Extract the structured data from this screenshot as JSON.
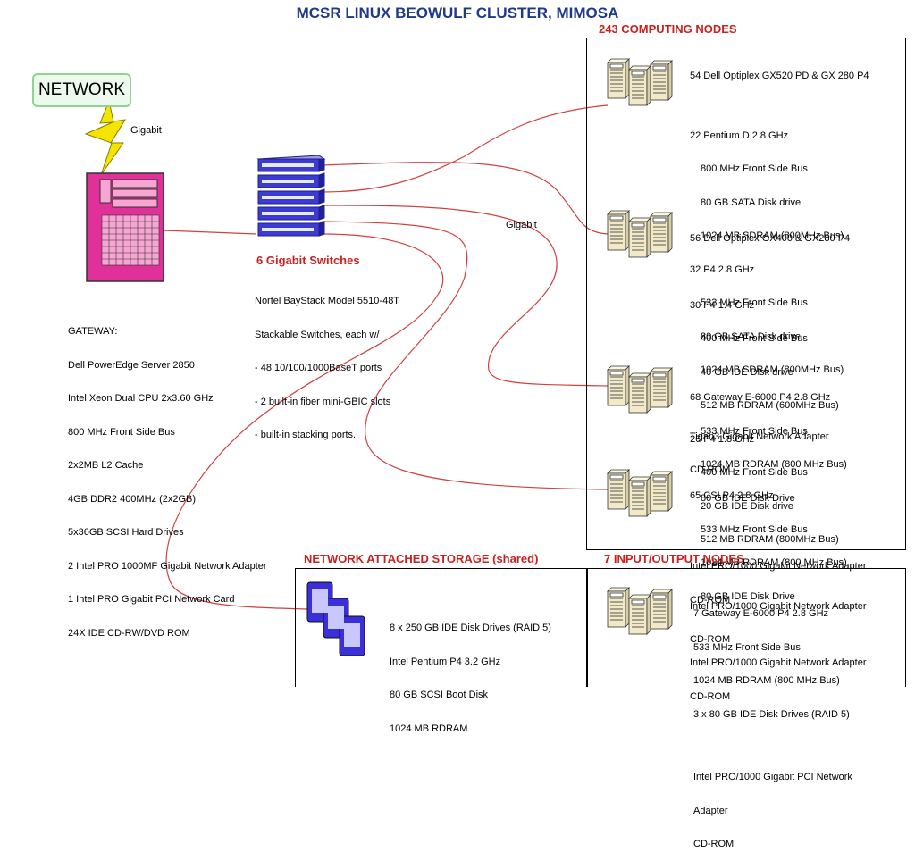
{
  "title": "MCSR LINUX BEOWULF CLUSTER, MIMOSA",
  "network": {
    "label": "NETWORK",
    "link_label": "Gigabit"
  },
  "gateway": {
    "lines": [
      "GATEWAY:",
      "Dell PowerEdge Server 2850",
      "Intel Xeon Dual CPU 2x3.60 GHz",
      "800 MHz Front Side Bus",
      "2x2MB L2 Cache",
      "4GB DDR2 400MHz (2x2GB)",
      "5x36GB SCSI Hard Drives",
      "2 Intel PRO 1000MF Gigabit Network Adapter",
      "1 Intel PRO Gigabit PCI Network Card",
      "24X IDE CD-RW/DVD ROM"
    ]
  },
  "switches": {
    "heading": "6 Gigabit Switches",
    "lines": [
      "Nortel BayStack Model 5510-48T",
      "Stackable Switches, each w/",
      "- 48 10/100/1000BaseT ports",
      "- 2 built-in fiber mini-GBIC slots",
      "- built-in stacking ports."
    ],
    "link_label": "Gigabit"
  },
  "computing": {
    "heading": "243 COMPUTING NODES",
    "groups": [
      {
        "title": "54 Dell Optiplex GX520 PD & GX 280 P4",
        "specs": [
          {
            "text": "22 Pentium D 2.8 GHz",
            "indent": false
          },
          {
            "text": "800 MHz Front Side Bus",
            "indent": true
          },
          {
            "text": "80 GB SATA Disk drive",
            "indent": true
          },
          {
            "text": "1024 MB SDRAM (800MHz Bus)",
            "indent": true
          },
          {
            "text": "32 P4 2.8 GHz",
            "indent": false
          },
          {
            "text": "533 MHz Front Side Bus",
            "indent": true
          },
          {
            "text": "80 GB SATA Disk drive",
            "indent": true
          },
          {
            "text": "1024 MB SDRAM (800MHz Bus)",
            "indent": true
          }
        ],
        "footer": [
          "Tigan3 Gigabit Network Adapter",
          "CD-ROM"
        ]
      },
      {
        "title": "56 Dell Optiplex GX400 & GX280 P4",
        "specs": [
          {
            "text": "30 P4 1.4 GHz",
            "indent": false
          },
          {
            "text": "400 MHz Front Side Bus",
            "indent": true
          },
          {
            "text": "40 GB IDE Disk drive",
            "indent": true
          },
          {
            "text": "512 MB RDRAM (600MHz Bus)",
            "indent": true
          },
          {
            "text": "26 P4 1.8 GHz",
            "indent": false
          },
          {
            "text": "400 MHz Front Side Bus",
            "indent": true
          },
          {
            "text": "20 GB IDE Disk drive",
            "indent": true
          },
          {
            "text": "512 MB RDRAM (800MHz Bus)",
            "indent": true
          }
        ],
        "footer": [
          "Intel PRO/1000 Gigabit Network Adapter",
          "CD-ROM"
        ]
      },
      {
        "title": "68 Gateway E-6000 P4 2.8 GHz",
        "specs": [
          {
            "text": "533 MHz Front Side Bus",
            "indent": true
          },
          {
            "text": "1024 MB RDRAM (800 MHz Bus)",
            "indent": true
          },
          {
            "text": "80 GB IDE Disk Drive",
            "indent": true
          }
        ],
        "footer": [
          "Intel PRO/1000 Gigabit Network Adapter",
          "CD-ROM"
        ]
      },
      {
        "title": "65 CSI P4 2.8 GHz",
        "specs": [
          {
            "text": "533 MHz Front Side Bus",
            "indent": true
          },
          {
            "text": "1024 MB RDRAM (800 MHz Bus)",
            "indent": true
          },
          {
            "text": "80 GB IDE Disk Drive",
            "indent": true
          }
        ],
        "footer": [
          "Intel PRO/1000 Gigabit Network Adapter",
          "CD-ROM"
        ]
      }
    ]
  },
  "storage": {
    "heading": "NETWORK ATTACHED STORAGE (shared)",
    "lines": [
      "8 x 250 GB IDE Disk Drives (RAID 5)",
      "Intel Pentium P4 3.2 GHz",
      "80 GB SCSI Boot Disk",
      "1024 MB RDRAM"
    ]
  },
  "io": {
    "heading": "7 INPUT/OUTPUT NODES",
    "lines": [
      "7 Gateway E-6000 P4 2.8 GHz",
      "533 MHz Front Side Bus",
      "1024 MB RDRAM (800 MHz Bus)",
      "3 x 80 GB IDE Disk Drives (RAID 5)"
    ],
    "footer": [
      "Intel PRO/1000 Gigabit PCI Network",
      "Adapter",
      "CD-ROM"
    ]
  },
  "colors": {
    "title": "#1f3a8a",
    "heading_red": "#cc2020",
    "cable": "#d04040",
    "gateway_magenta": "#e0309a",
    "switch_blue": "#3b3bd6",
    "node_tan": "#f1e9c8",
    "storage_blue": "#3a2fd8",
    "lightning": "#f5e400"
  }
}
